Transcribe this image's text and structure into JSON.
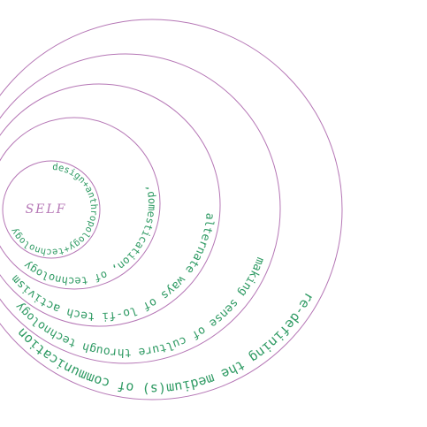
{
  "diagram": {
    "center_label": "SELF",
    "rings": [
      {
        "label": "design+anthropology+technology"
      },
      {
        "label": ",domestication, of technology"
      },
      {
        "label": "alternate ways of lo-fi tech activism"
      },
      {
        "label": "making sense of culture through technology"
      },
      {
        "label": "re-defining the medium(s) of communication"
      }
    ],
    "colors": {
      "ring_stroke": "#b576b5",
      "ring_text": "#2e9a63",
      "center_text": "#b576b5",
      "background": "#ffffff"
    }
  }
}
